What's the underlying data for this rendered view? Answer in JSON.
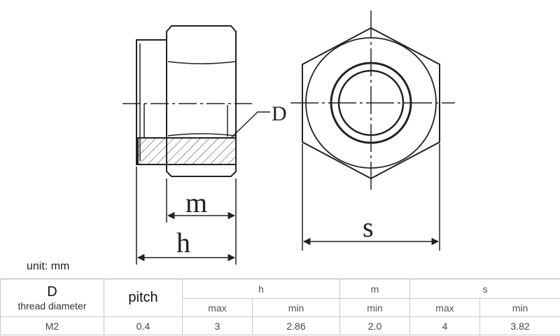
{
  "diagram": {
    "labels": {
      "D": "D",
      "m": "m",
      "h": "h",
      "s": "s"
    }
  },
  "unit_label": "unit: mm",
  "table": {
    "header": {
      "D": "D",
      "D_sub": "thread diameter",
      "pitch": "pitch",
      "h": "h",
      "m": "m",
      "s": "s",
      "h_max": "max",
      "h_min": "min",
      "m_min": "min",
      "s_max": "max",
      "s_min": "min"
    },
    "row": {
      "D": "M2",
      "pitch": "0.4",
      "h_max": "3",
      "h_min": "2.86",
      "m_min": "2.0",
      "s_max": "4",
      "s_min": "3.82"
    }
  }
}
